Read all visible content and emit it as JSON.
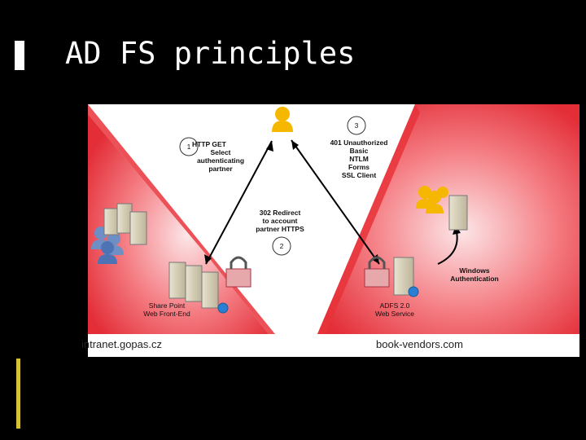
{
  "slide": {
    "title": "AD FS principles"
  },
  "diagram": {
    "step1": {
      "num": "1",
      "lines": [
        "HTTP GET",
        "Select",
        "authenticating",
        "partner"
      ]
    },
    "step2": {
      "num": "2",
      "lines": [
        "302 Redirect",
        "to account",
        "partner HTTPS"
      ]
    },
    "step3": {
      "num": "3",
      "lines": [
        "401 Unauthorized",
        "Basic",
        "NTLM",
        "Forms",
        "SSL Client"
      ]
    },
    "left_server": [
      "Share Point",
      "Web Front-End"
    ],
    "right_server": [
      "ADFS 2.0",
      "Web Service"
    ],
    "windows_auth": [
      "Windows",
      "Authentication"
    ],
    "left_domain": "intranet.gopas.cz",
    "right_domain": "book-vendors.com"
  },
  "colors": {
    "triangle": "#e8323a",
    "triangle_light": "#fbe0e2",
    "accent": "#d7c233"
  }
}
